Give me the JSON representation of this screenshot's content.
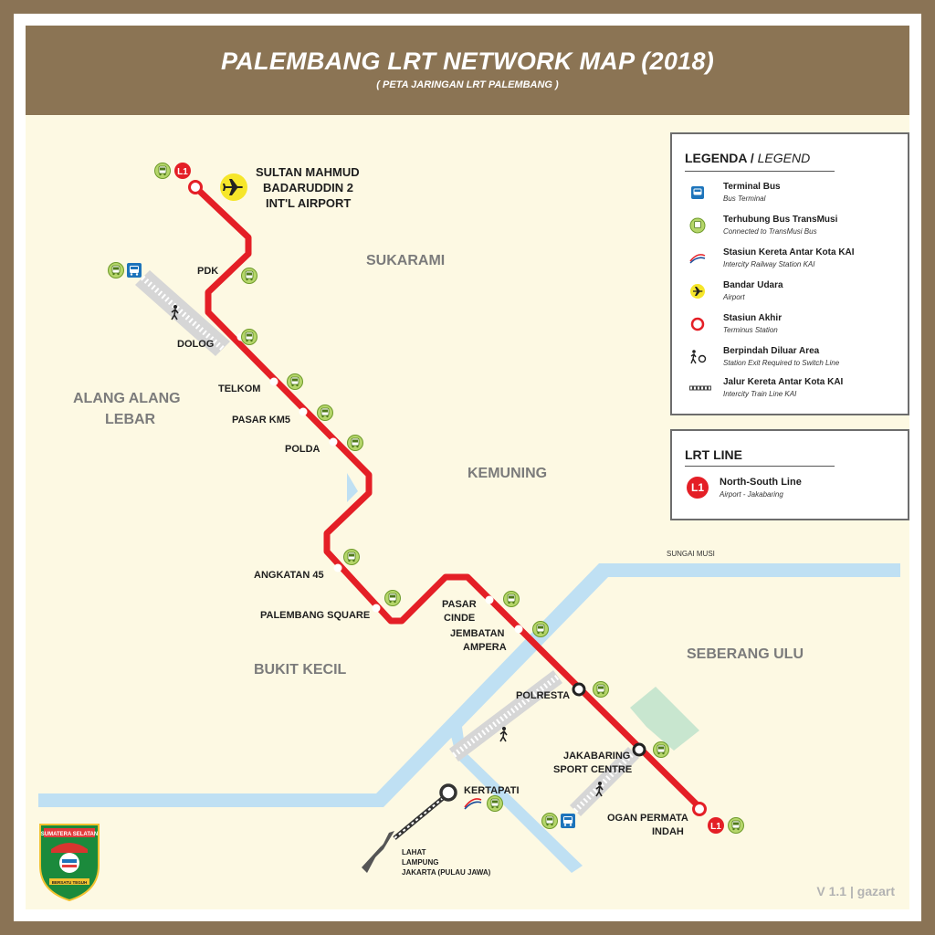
{
  "header": {
    "title": "PALEMBANG LRT NETWORK MAP (2018)",
    "subtitle": "( PETA JARINGAN LRT PALEMBANG )"
  },
  "airport": {
    "line1": "SULTAN MAHMUD",
    "line2": "BADARUDDIN 2",
    "line3": "INT'L AIRPORT"
  },
  "areas": {
    "sukarami": "SUKARAMI",
    "alang_alang_lebar_1": "ALANG ALANG",
    "alang_alang_lebar_2": "LEBAR",
    "kemuning": "KEMUNING",
    "bukit_kecil": "BUKIT KECIL",
    "seberang_ulu": "SEBERANG ULU"
  },
  "river": {
    "name": "SUNGAI MUSI",
    "color": "#bfe0f3"
  },
  "line": {
    "code": "L1",
    "color": "#e41f26"
  },
  "stations": {
    "pdk": "PDK",
    "dolog": "DOLOG",
    "telkom": "TELKOM",
    "pasar_km5": "PASAR KM5",
    "polda": "POLDA",
    "angkatan_45": "ANGKATAN 45",
    "palembang_square": "PALEMBANG SQUARE",
    "pasar_cinde_1": "PASAR",
    "pasar_cinde_2": "CINDE",
    "jembatan_ampera_1": "JEMBATAN",
    "jembatan_ampera_2": "AMPERA",
    "polresta": "POLRESTA",
    "jakabaring_1": "JAKABARING",
    "jakabaring_2": "SPORT CENTRE",
    "ogan_permata_1": "OGAN PERMATA",
    "ogan_permata_2": "INDAH",
    "kertapati": "KERTAPATI"
  },
  "destinations": {
    "line1": "LAHAT",
    "line2": "LAMPUNG",
    "line3": "JAKARTA (PULAU JAWA)"
  },
  "legend": {
    "title_bold": "LEGENDA /",
    "title_italic": "LEGEND",
    "items": [
      {
        "title": "Terminal Bus",
        "sub": "Bus Terminal",
        "icon": "bus-terminal-icon"
      },
      {
        "title": "Terhubung Bus TransMusi",
        "sub": "Connected to TransMusi Bus",
        "icon": "transmusi-bus-icon"
      },
      {
        "title": "Stasiun Kereta Antar Kota KAI",
        "sub": "Intercity Railway Station KAI",
        "icon": "kai-train-icon"
      },
      {
        "title": "Bandar Udara",
        "sub": "Airport",
        "icon": "airport-icon"
      },
      {
        "title": "Stasiun Akhir",
        "sub": "Terminus Station",
        "icon": "terminus-icon"
      },
      {
        "title": "Berpindah Diluar Area",
        "sub": "Station Exit Required to Switch Line",
        "icon": "walking-transfer-icon"
      },
      {
        "title": "Jalur Kereta Antar Kota KAI",
        "sub": "Intercity Train Line KAI",
        "icon": "train-track-icon"
      }
    ]
  },
  "lrt_line_box": {
    "title": "LRT LINE",
    "code": "L1",
    "name": "North-South Line",
    "route": "Airport - Jakabaring"
  },
  "emblem": {
    "top": "SUMATERA SELATAN",
    "bottom": "BERSATU TEGUH"
  },
  "version": "V 1.1 | gazart"
}
